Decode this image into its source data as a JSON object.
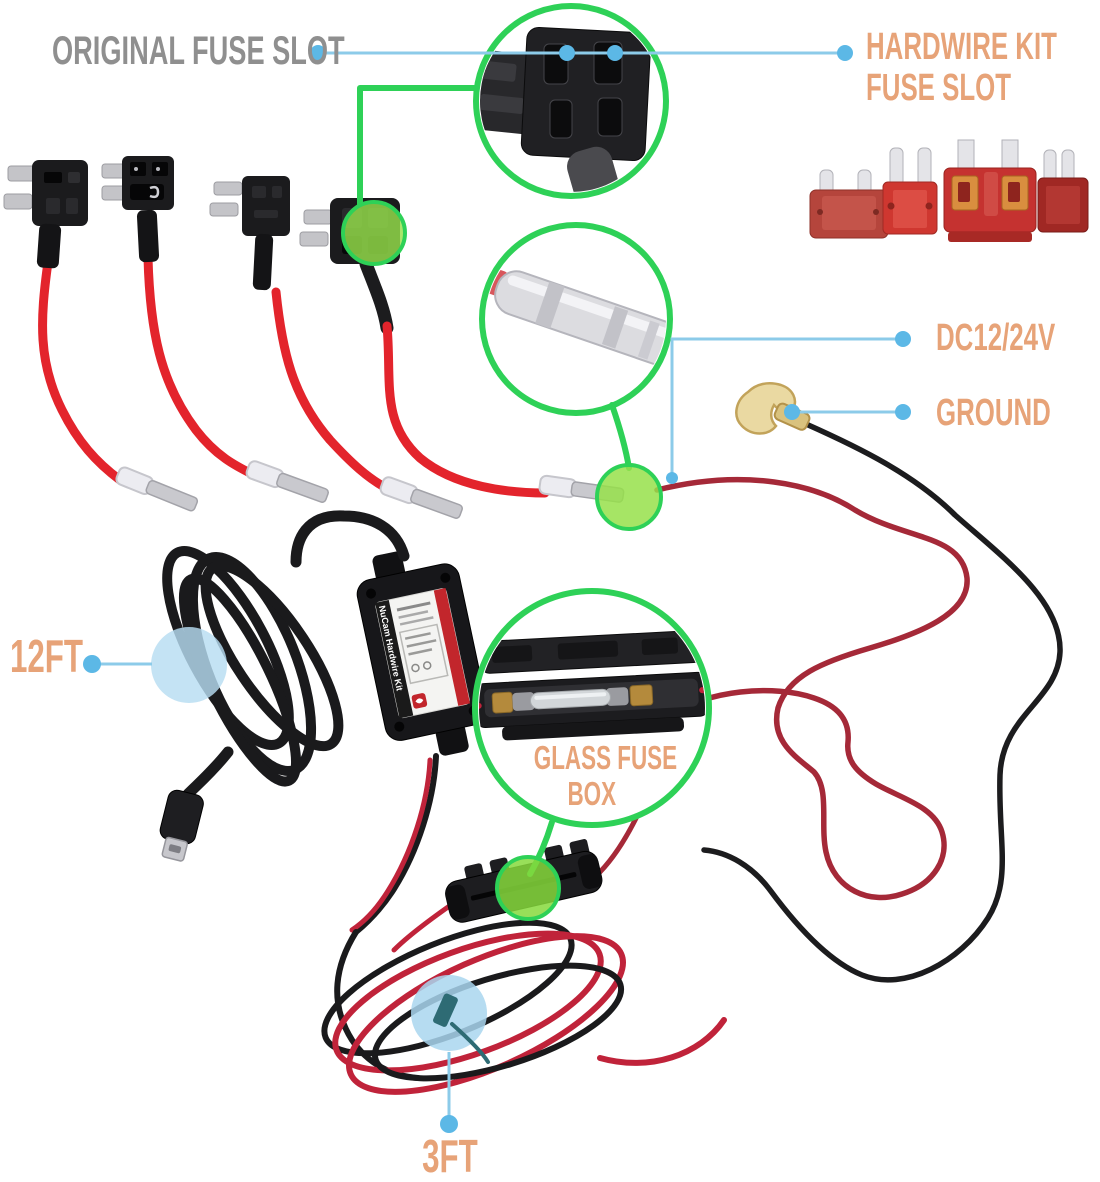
{
  "diagram": {
    "title_context": "dash cam hardwire kit wiring diagram",
    "labels": {
      "original_fuse_slot": "ORIGINAL FUSE SLOT",
      "hardwire_kit_line1": "HARDWIRE KIT",
      "hardwire_kit_line2": "FUSE SLOT",
      "dc_power": "DC12/24V",
      "ground": "GROUND",
      "glass_fuse_line1": "GLASS FUSE",
      "glass_fuse_line2": "BOX",
      "usb_cable_length": "12FT",
      "power_cable_length": "3FT"
    },
    "module": {
      "label": "NuCam Hardwire Kit"
    },
    "components": [
      "micro2-fuse-tap-cable",
      "mini-fuse-tap-cable",
      "low-profile-fuse-tap-cable",
      "ato-fuse-tap-cable",
      "fuse-tap-detail-circle",
      "inline-fuse-holder-circle",
      "spare-fuses",
      "ground-fork-terminal",
      "hardwire-module",
      "usb-cable-coil",
      "micro-usb-connector",
      "glass-fuse-box",
      "power-wire-coil"
    ],
    "colors": {
      "highlight_green": "#2ed157",
      "highlight_green_fill": "#96e04a",
      "callout_dot_blue": "#5cb8e6",
      "callout_line_blue": "#8ccbe9",
      "highlight_circle_blue": "#b7ddf2",
      "label_orange": "#e7a378",
      "label_gray": "#8f8f8f",
      "wire_red": "#e3242c",
      "wire_dark_red": "#a52938",
      "wire_black": "#1c1c1e",
      "terminal_gold": "#e6cf96",
      "terminal_silver": "#c9c9ce",
      "fuse_red": "#c53230"
    }
  }
}
